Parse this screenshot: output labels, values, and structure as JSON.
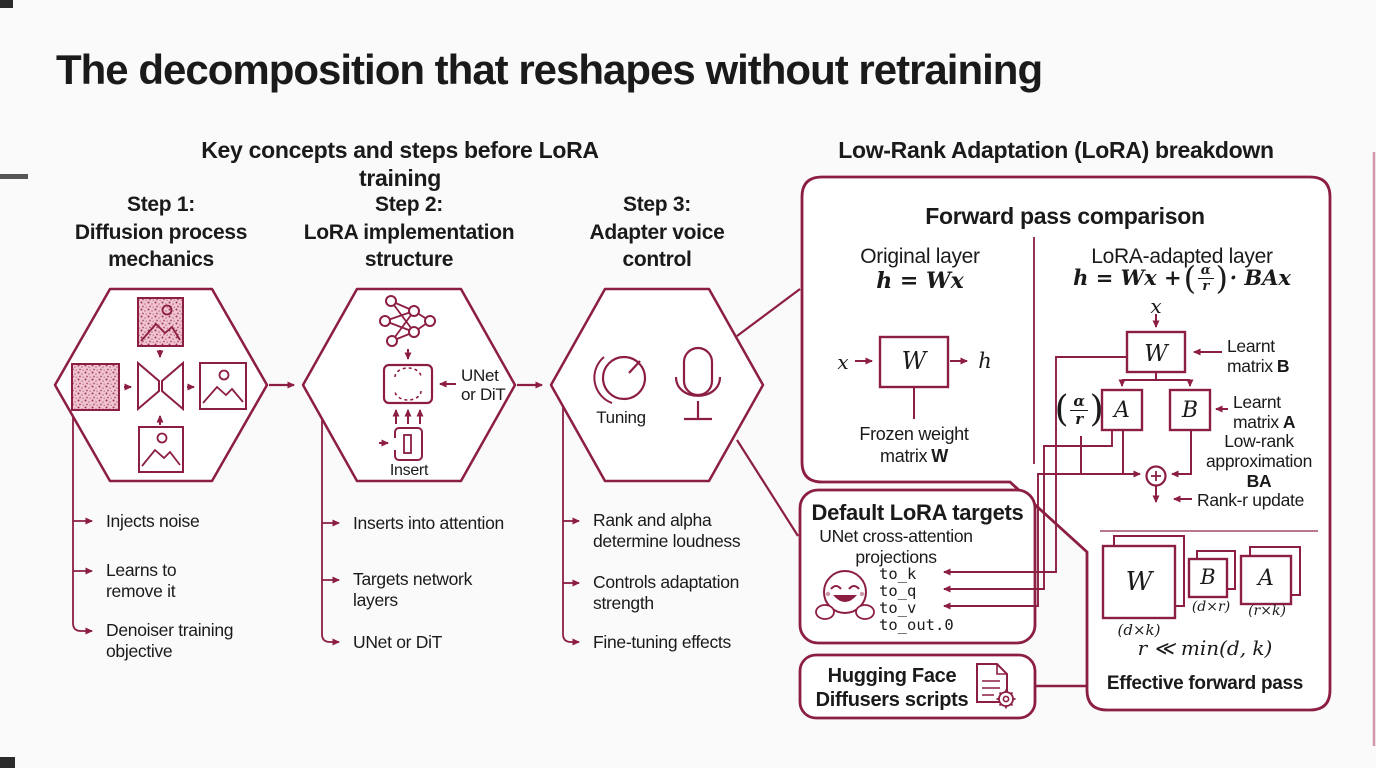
{
  "page": {
    "title": "The decomposition that reshapes without retraining"
  },
  "colors": {
    "accent": "#8b1e41",
    "text": "#1a1a1a",
    "background": "#fbfafa"
  },
  "icons": {
    "noisy-image-icon": "speckled picture frame",
    "noise-square-icon": "speckled square",
    "denoiser-icon": "bowtie funnel",
    "image-icon": "picture frame with sun and mountains",
    "network-icon": "small neural network graph",
    "adapter-box-icon": "box with dashed swirl",
    "insert-icon": "slot with arrow",
    "knob-icon": "tuning dial",
    "mic-icon": "microphone",
    "hugging-face-icon": "smiling face with open hands",
    "doc-gear-icon": "document with gear",
    "plus-circle-icon": "circled plus"
  },
  "left_section": {
    "header": "Key concepts and steps before LoRA training",
    "steps": [
      {
        "label": "Step 1:\nDiffusion process\nmechanics",
        "bullets": [
          "Injects noise",
          "Learns to\nremove it",
          "Denoiser training\nobjective"
        ]
      },
      {
        "label": "Step 2:\nLoRA implementation\nstructure",
        "unet_note": "UNet\nor DiT",
        "insert_label": "Insert",
        "bullets": [
          "Inserts into attention",
          "Targets network\nlayers",
          "UNet or DiT"
        ]
      },
      {
        "label": "Step 3:\nAdapter voice\ncontrol",
        "tuning_label": "Tuning",
        "bullets": [
          "Rank and alpha\ndetermine loudness",
          "Controls adaptation\nstrength",
          "Fine-tuning effects"
        ]
      }
    ]
  },
  "right_section": {
    "header": "Low-Rank Adaptation (LoRA) breakdown",
    "forward_panel": {
      "title": "Forward pass comparison",
      "original": {
        "label": "Original layer",
        "formula": "h = Wx",
        "input": "x",
        "weight": "W",
        "output": "h",
        "caption": "Frozen weight\nmatrix",
        "caption_bold": "W"
      },
      "adapted": {
        "label": "LoRA-adapted layer",
        "formula_pre": "h = Wx +",
        "open_paren": "(",
        "frac_num": "α",
        "frac_den": "r",
        "close_paren": ")",
        "formula_post": "· BAx",
        "input": "x",
        "weight": "W",
        "a": "A",
        "b": "B",
        "learnt_b": "Learnt\nmatrix",
        "learnt_b_letter": "B",
        "learnt_a": "Learnt\nmatrix",
        "learnt_a_letter": "A",
        "low_rank": "Low-rank\napproximation",
        "low_rank_bold": "BA",
        "rank_update": "Rank-r update"
      }
    },
    "targets_panel": {
      "title": "Default LoRA targets",
      "subtitle": "UNet cross-attention\nprojections",
      "items": [
        "to_k",
        "to_q",
        "to_v",
        "to_out.0"
      ]
    },
    "scripts_panel": {
      "label": "Hugging Face\nDiffusers scripts"
    },
    "matrices_panel": {
      "w": "W",
      "w_dim": "(d×k)",
      "b": "B",
      "b_dim": "(d×r)",
      "a": "A",
      "a_dim": "(r×k)",
      "inequality": "r ≪ min(d, k)",
      "caption": "Effective forward pass"
    }
  }
}
